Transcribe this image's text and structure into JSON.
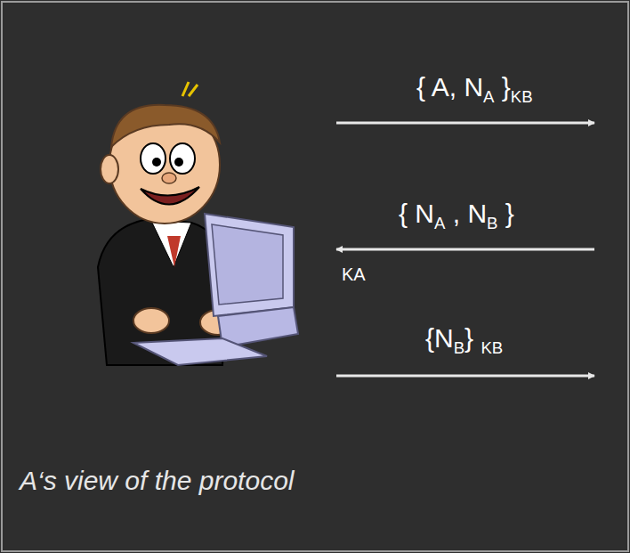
{
  "diagram": {
    "caption": "A‘s view of the protocol",
    "labels": [
      "{ A, NA }KB",
      "{ NA , NB }",
      "KA",
      "{NB} KB"
    ]
  }
}
